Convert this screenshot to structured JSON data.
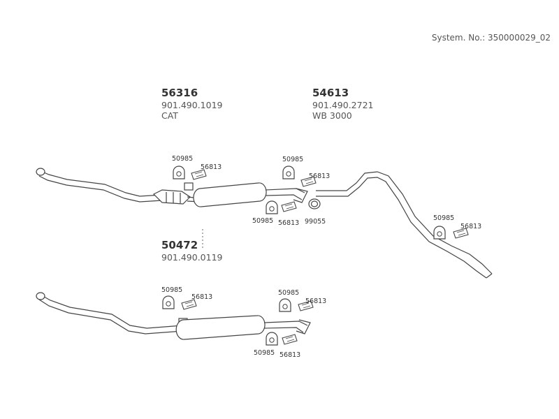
{
  "system_no": "System. No.: 350000029_02",
  "parts": {
    "p56316": {
      "number": "56316",
      "oe": "901.490.1019",
      "note": "CAT"
    },
    "p54613": {
      "number": "54613",
      "oe": "901.490.2721",
      "note": "WB 3000"
    },
    "p50472": {
      "number": "50472",
      "oe": "901.490.0119"
    }
  },
  "small_parts": {
    "hanger": "50985",
    "bracket": "56813",
    "clamp": "99055"
  }
}
